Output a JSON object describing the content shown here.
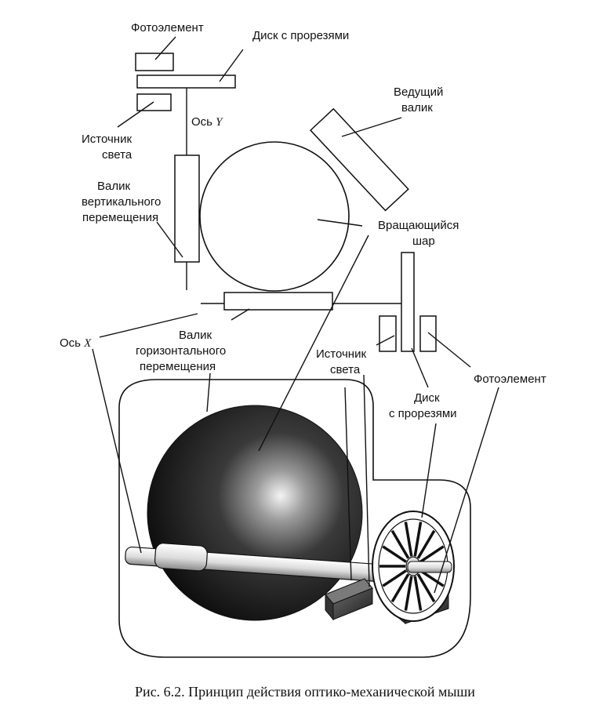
{
  "labels": {
    "photo_top": "Фотоэлемент",
    "disk_top": "Диск с прорезями",
    "source_top_1": "Источник",
    "source_top_2": "света",
    "axis_y_1": "Ось",
    "axis_y_2": "Y",
    "drive_1": "Ведущий",
    "drive_2": "валик",
    "vroll_1": "Валик",
    "vroll_2": "вертикального",
    "vroll_3": "перемещения",
    "ball_1": "Вращающийся",
    "ball_2": "шар",
    "axis_x_1": "Ось",
    "axis_x_2": "X",
    "hroll_1": "Валик",
    "hroll_2": "горизонтального",
    "hroll_3": "перемещения",
    "source_right_1": "Источник",
    "source_right_2": "света",
    "photo_right": "Фотоэлемент",
    "disk_right_1": "Диск",
    "disk_right_2": "с прорезями"
  },
  "caption": "Рис. 6.2. Принцип действия оптико-механической мыши"
}
